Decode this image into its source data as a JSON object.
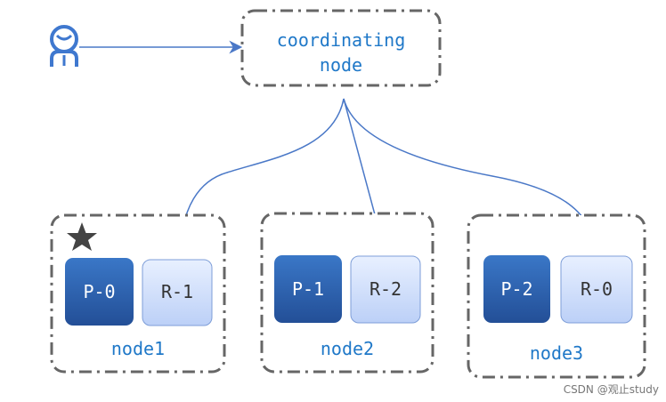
{
  "coordinating_node": {
    "label_line1": "coordinating",
    "label_line2": "node"
  },
  "client_icon": "user-icon",
  "primary_marker_icon": "star-icon",
  "nodes": [
    {
      "name": "node1",
      "primary": "P-0",
      "replica": "R-1"
    },
    {
      "name": "node2",
      "primary": "P-1",
      "replica": "R-2"
    },
    {
      "name": "node3",
      "primary": "P-2",
      "replica": "R-0"
    }
  ],
  "colors": {
    "text_blue": "#1f78c8",
    "primary_shard_top": "#3a77c7",
    "primary_shard_bottom": "#234f97",
    "replica_shard_top": "#e8f0ff",
    "replica_shard_bottom": "#bcd0f7",
    "dashed_border": "#666666",
    "arrow": "#4a78c7"
  },
  "watermark": "CSDN @观止study"
}
